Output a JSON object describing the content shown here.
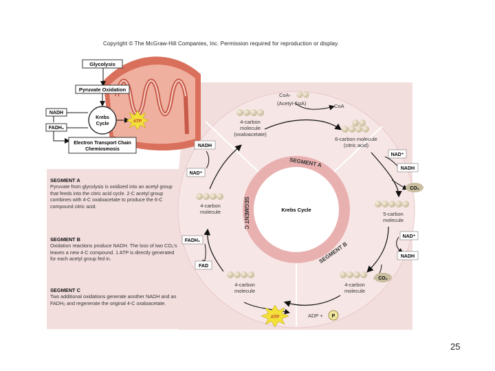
{
  "copyright": "Copyright © The McGraw-Hill Companies, Inc. Permission required for reproduction or display.",
  "slide_number": "25",
  "inset": {
    "glycolysis": "Glycolysis",
    "pyruvate_oxidation": "Pyruvate Oxidation",
    "nadh": "NADH",
    "fadh2": "FADH₂",
    "krebs_line1": "Krebs",
    "krebs_line2": "Cycle",
    "atp": "ATP",
    "etc_line1": "Electron Transport Chain",
    "etc_line2": "Chemiosmosis"
  },
  "cycle": {
    "center": "Krebs Cycle",
    "segment_a": "SEGMENT A",
    "segment_b": "SEGMENT B",
    "segment_c": "SEGMENT C",
    "coa_a": "CoA-",
    "acetyl_coa": "(Acetyl-CoA)",
    "coa": "CoA",
    "oxaloacetate": [
      "4-carbon",
      "molecule",
      "(oxaloacetate)"
    ],
    "citric_acid": [
      "6-carbon molecule",
      "(citric acid)"
    ],
    "five_carbon": [
      "5-carbon",
      "molecule"
    ],
    "four_carbon_bottom_right": [
      "4-carbon",
      "molecule"
    ],
    "four_carbon_bottom_left": [
      "4-carbon",
      "molecule"
    ],
    "four_carbon_left": [
      "4-carbon",
      "molecule"
    ],
    "nad_plus": "NAD⁺",
    "nadh": "NADH",
    "co2": "CO₂",
    "fadh2": "FADH₂",
    "fad": "FAD",
    "atp": "ATP",
    "adp_plus": "ADP +",
    "p": "P"
  },
  "segments": [
    {
      "title": "SEGMENT A",
      "text": "Pyruvate from glycolysis is oxidized into an acetyl group that feeds into the citric acid cycle. 2-C acetyl group combines with 4-C oxaloacetate to produce the 6-C compound citric acid."
    },
    {
      "title": "SEGMENT B",
      "text": "Oxidation reactions produce NADH. The loss of two CO₂'s leaves a new 4-C compound. 1 ATP is directly generated for each acetyl group fed in."
    },
    {
      "title": "SEGMENT C",
      "text": "Two additional oxidations generate another NADH and an FADH₂ and regenerate the original 4-C oxaloacetate."
    }
  ],
  "colors": {
    "panel": "#f3dede",
    "ring": "#e9b0b0",
    "center": "#ffffff",
    "molecule": "#d9cdb5",
    "atp_burst": "#f3e13a",
    "mito_outer": "#d9705c",
    "mito_inner": "#f0b0a0"
  }
}
